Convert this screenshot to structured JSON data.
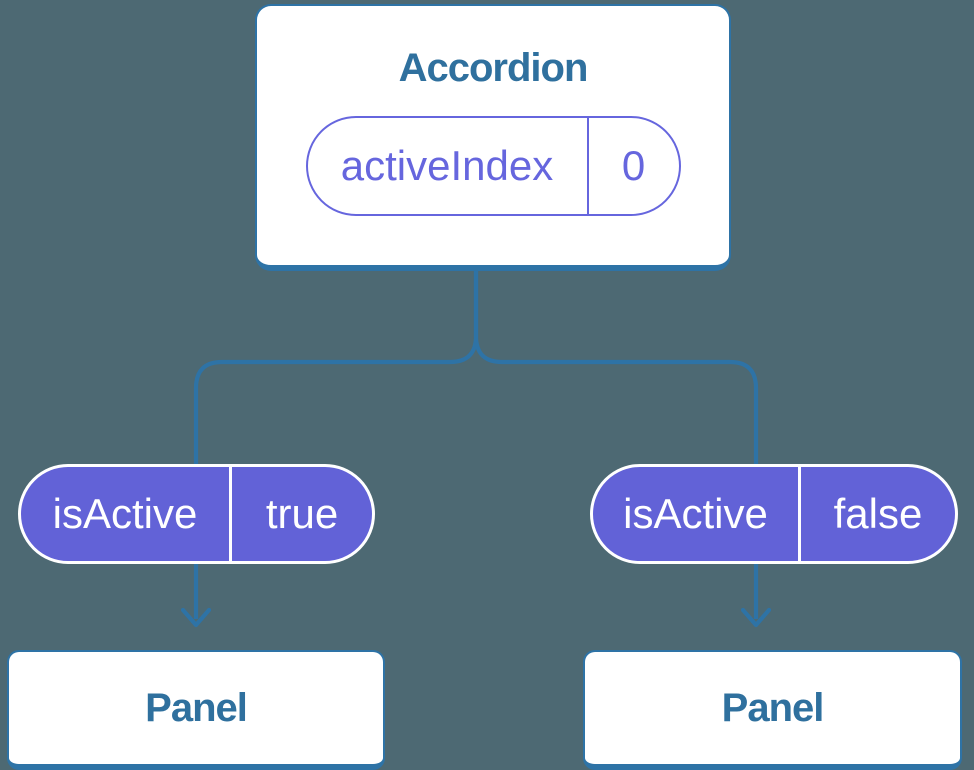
{
  "tree": {
    "root": {
      "title": "Accordion",
      "prop_name": "activeIndex",
      "prop_value": "0"
    },
    "pills": [
      {
        "name": "isActive",
        "value": "true"
      },
      {
        "name": "isActive",
        "value": "false"
      }
    ],
    "panels": [
      {
        "title": "Panel"
      },
      {
        "title": "Panel"
      }
    ]
  },
  "icons": {
    "left_arrow": "arrow-down-icon",
    "right_arrow": "arrow-down-icon"
  },
  "colors": {
    "background": "#4D6973",
    "card_border_blue": "#2E73A6",
    "title_blue": "#2F709E",
    "purple_fill": "#6262D7",
    "purple_accent": "#6666DE",
    "white": "#FFFFFF"
  }
}
